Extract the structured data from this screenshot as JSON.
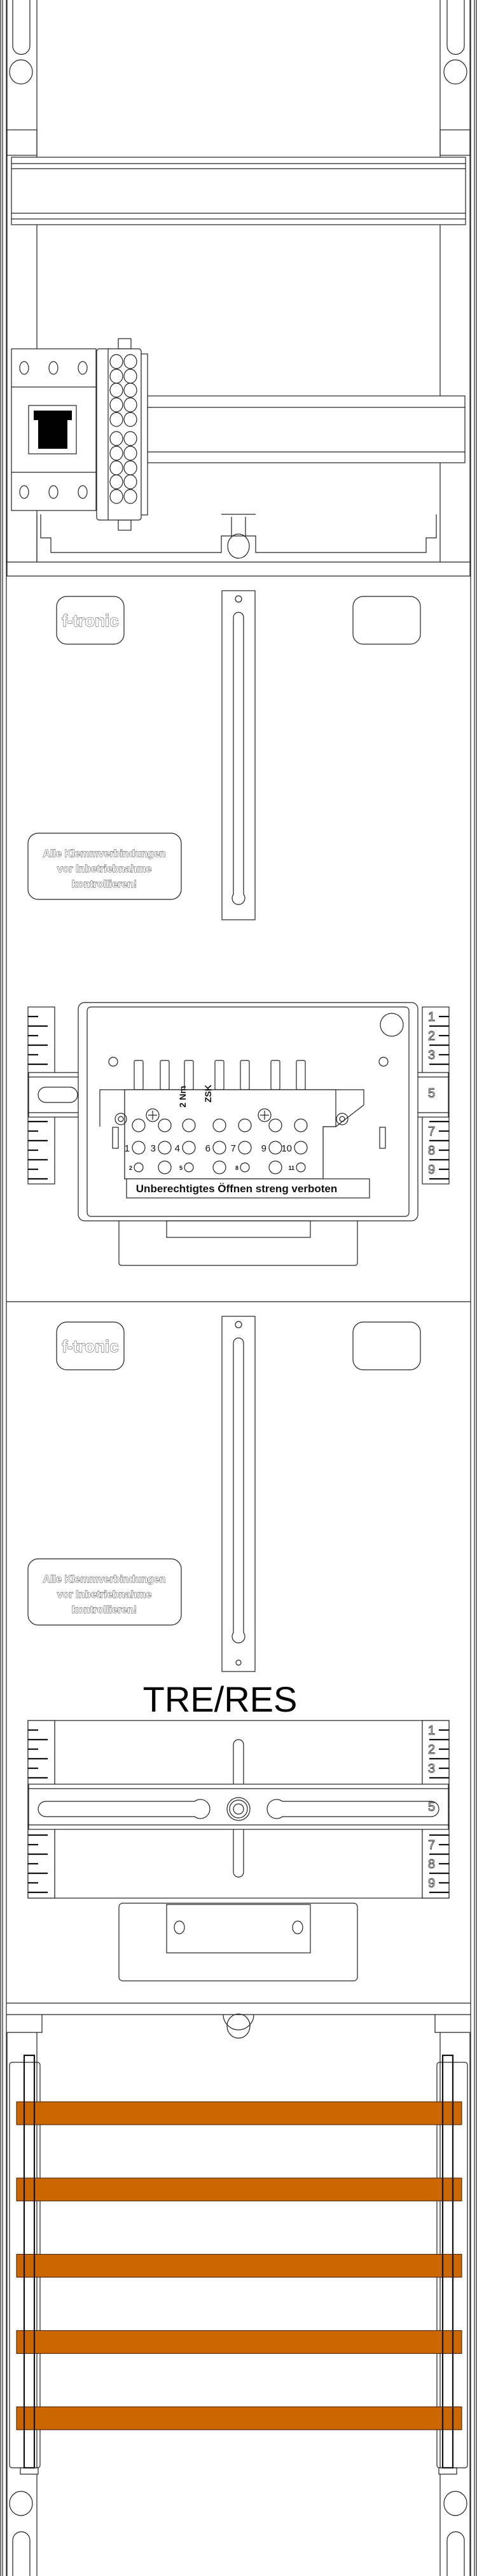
{
  "colors": {
    "busbar": "#CC6600",
    "line": "#222222",
    "handle": "#000000"
  },
  "panels": [
    {
      "logo": "f-tronic",
      "notice": [
        "Alle Klemmverbindungen",
        "vor Inbetriebnahme",
        "kontrollieren!"
      ],
      "meter_unit": {
        "warning": "Unberechtigtes Öffnen streng verboten",
        "torque": "2 Nm",
        "code": "ZSK",
        "terminals_top": [
          "1",
          "3",
          "4",
          "6",
          "7",
          "9",
          "10"
        ],
        "terminals_bottom": [
          "2",
          "5",
          "8",
          "11"
        ],
        "ruler_numbers": [
          "1",
          "2",
          "3",
          "5",
          "7",
          "8",
          "9"
        ]
      }
    },
    {
      "logo": "f-tronic",
      "notice": [
        "Alle Klemmverbindungen",
        "vor Inbetriebnahme",
        "kontrollieren!"
      ],
      "title": "TRE/RES",
      "ruler_numbers": [
        "1",
        "2",
        "3",
        "5",
        "7",
        "8",
        "9"
      ]
    }
  ],
  "busbar_count": 5,
  "icons": {
    "switch": "main-switch-icon",
    "terminal": "terminal-block-icon"
  }
}
